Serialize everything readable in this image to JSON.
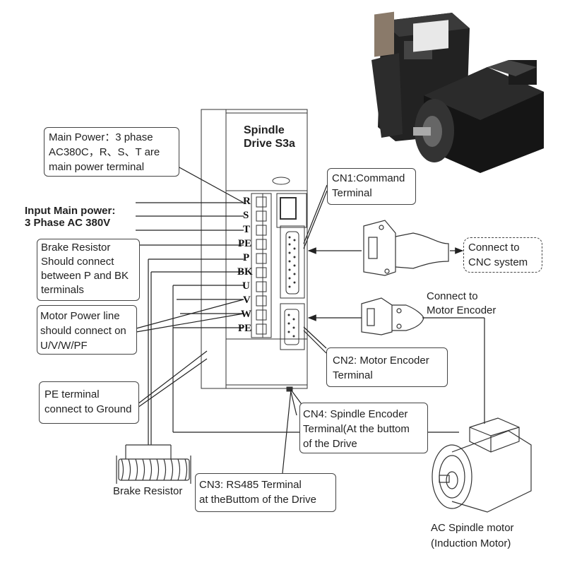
{
  "drive": {
    "title_line1": "Spindle",
    "title_line2": "Drive S3a"
  },
  "terminals": [
    "R",
    "S",
    "T",
    "PE",
    "P",
    "BK",
    "U",
    "V",
    "W",
    "PE"
  ],
  "input_power": {
    "line1": "Input Main power:",
    "line2": "3 Phase AC 380V"
  },
  "callouts": {
    "main_power": [
      "Main Power：3 phase",
      "AC380C，R、S、T are",
      "main power terminal"
    ],
    "brake_resistor": [
      "Brake Resistor",
      "Should connect",
      "between P and BK",
      "terminals"
    ],
    "motor_power": [
      "Motor Power line",
      "should connect on",
      "U/V/W/PF"
    ],
    "pe_terminal": [
      "PE terminal",
      "connect to Ground"
    ],
    "cn1": [
      "CN1:Command",
      "Terminal"
    ],
    "cnc": [
      "Connect to",
      "CNC system"
    ],
    "motor_encoder": [
      "Connect to",
      "Motor Encoder"
    ],
    "cn2": [
      "CN2:  Motor Encoder",
      "Terminal"
    ],
    "cn4": [
      "CN4:  Spindle Encoder",
      "Terminal(At the buttom",
      "of the Drive"
    ],
    "cn3": [
      "CN3:  RS485 Terminal",
      "at theButtom of the Drive"
    ],
    "brake_resistor_label": "Brake Resistor",
    "ac_motor": [
      "AC Spindle motor",
      "(Induction Motor)"
    ]
  },
  "colors": {
    "line": "#222222",
    "box_border": "#444444",
    "product_dark": "#1a1a1a"
  }
}
